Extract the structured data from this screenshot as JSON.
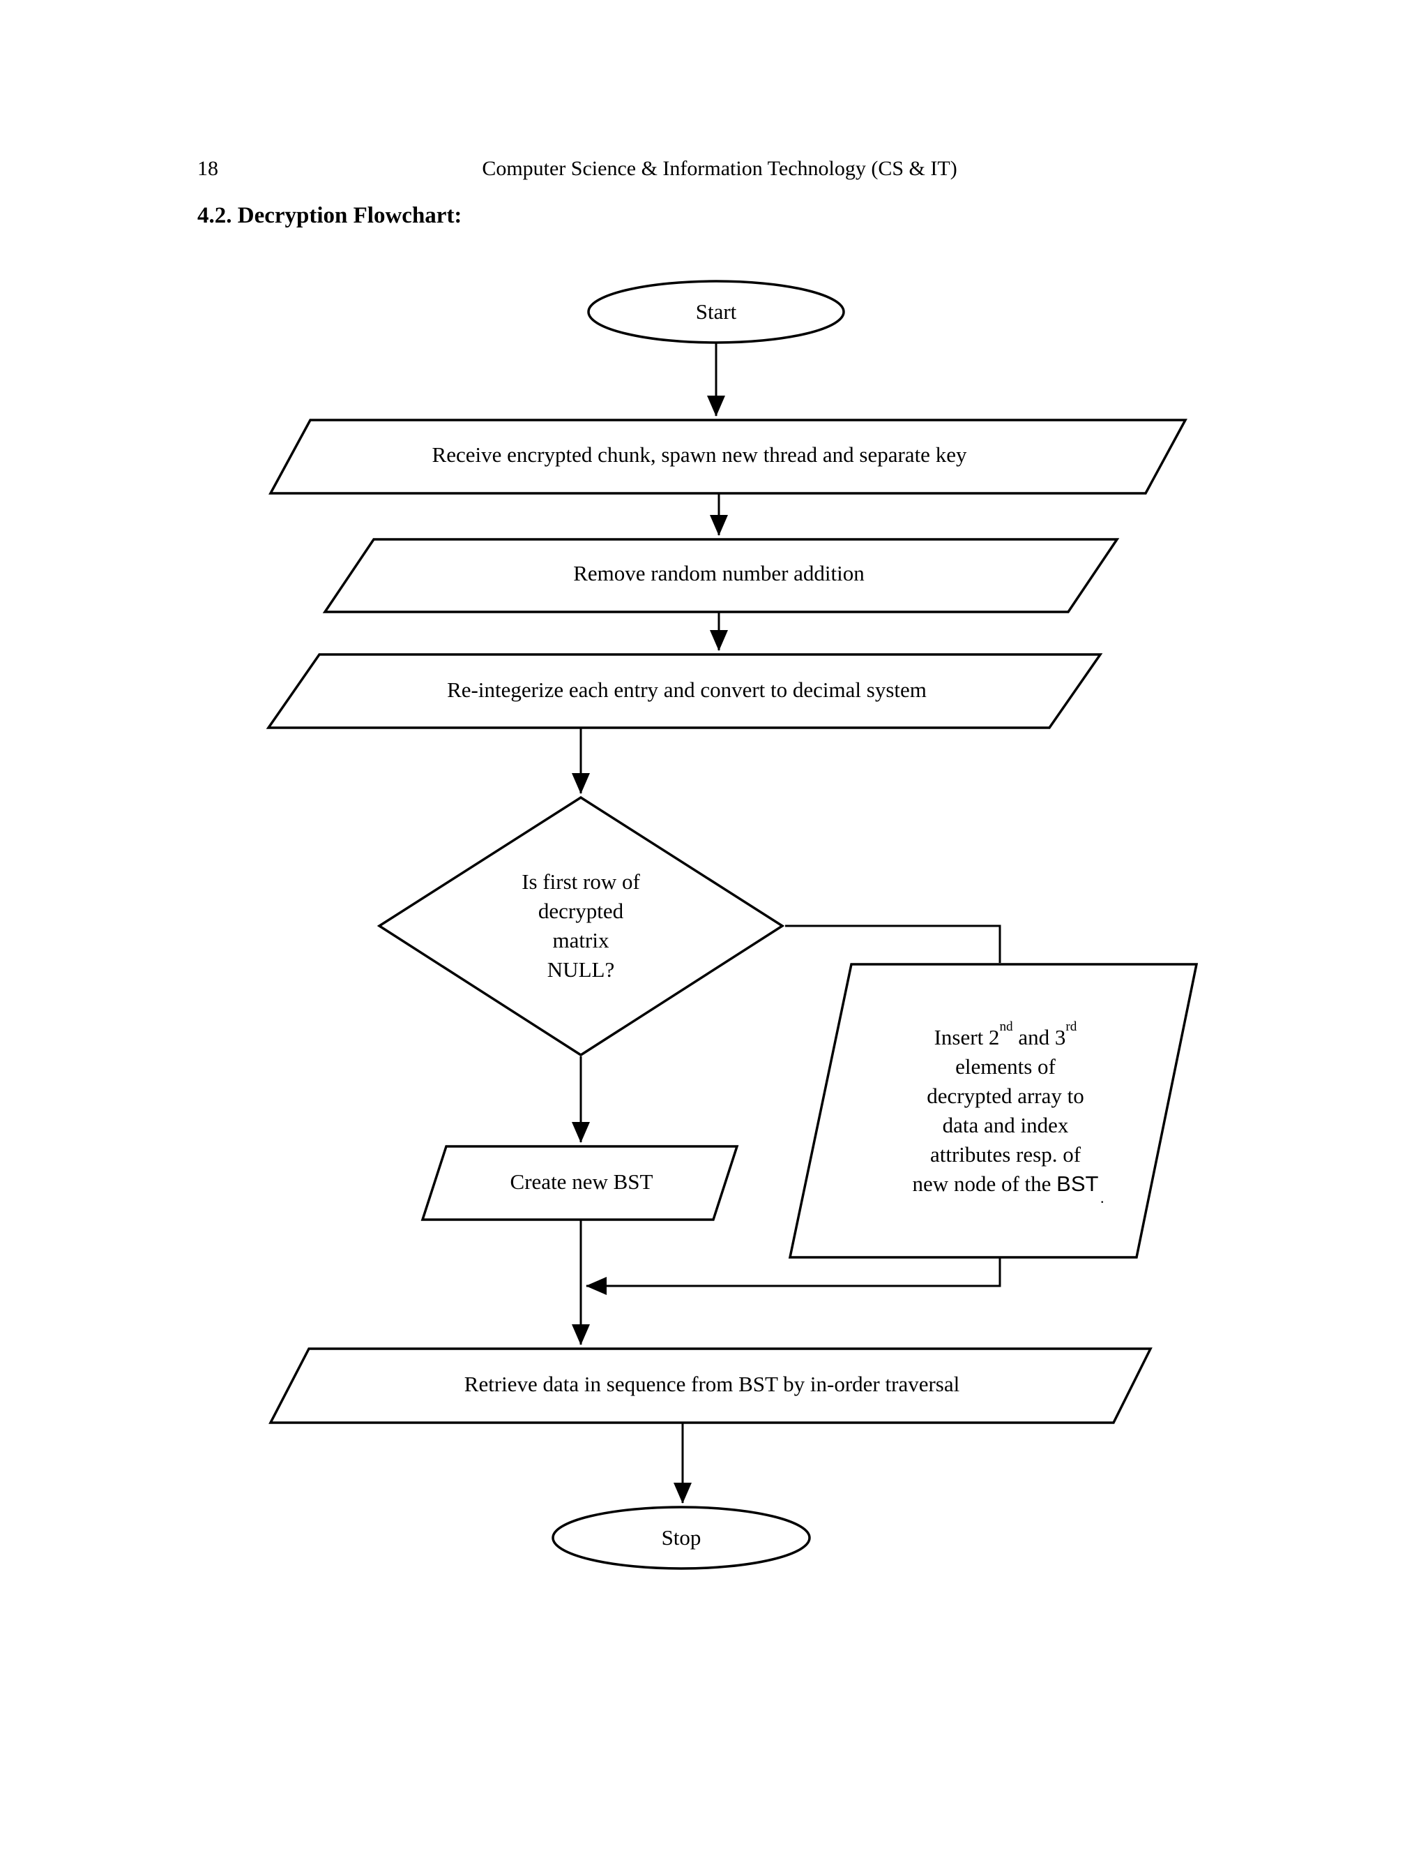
{
  "page": {
    "number": "18",
    "header": "Computer Science & Information Technology (CS & IT)",
    "section_heading": "4.2. Decryption Flowchart:"
  },
  "flowchart": {
    "start_label": "Start",
    "receive_label": "Receive encrypted chunk, spawn new thread and separate key",
    "remove_label": "Remove random number addition",
    "reintegerize_label": "Re-integerize each entry and convert to decimal system",
    "decision": {
      "lines": [
        "Is first row of",
        "decrypted",
        "matrix",
        "NULL?"
      ]
    },
    "create_bst_label": "Create new BST",
    "insert_node": {
      "line1": {
        "pre": "Insert 2",
        "sup1": "nd",
        "mid": " and 3",
        "sup2": "rd"
      },
      "lines_mid": [
        "elements of",
        "decrypted array to",
        "data and index",
        "attributes resp. of"
      ],
      "line6": {
        "pre": "new node of the ",
        "bst": "BST"
      },
      "stray_mark": "."
    },
    "retrieve_label": "Retrieve data in sequence from BST by in-order traversal",
    "stop_label": "Stop",
    "colors": {
      "stroke": "#000000",
      "fill": "#ffffff"
    }
  }
}
